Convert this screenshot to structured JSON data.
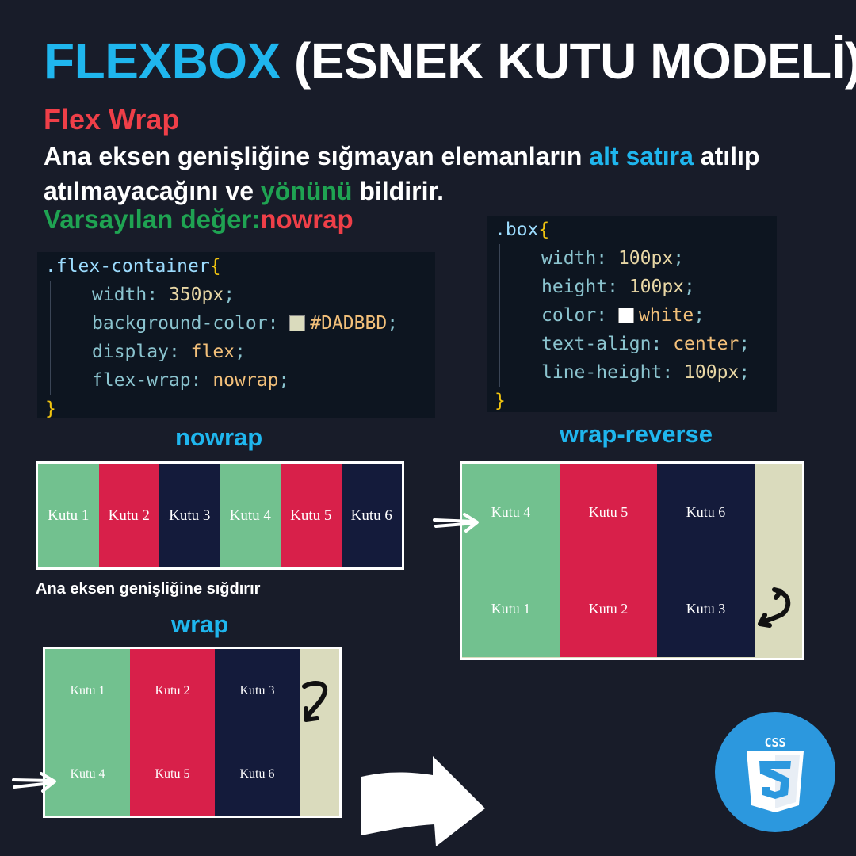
{
  "header": {
    "title_highlight": "FLEXBOX",
    "title_rest": " (ESNEK KUTU MODELİ)",
    "subtitle": "Flex Wrap",
    "desc_part1": "Ana eksen genişliğine sığmayan elemanların ",
    "desc_highlight1": "alt satıra",
    "desc_part2": " atılıp atılmayacağını ve ",
    "desc_highlight2": "yönünü",
    "desc_part3": " bildirir.",
    "default_label": "Varsayılan değer:",
    "default_value": "nowrap"
  },
  "code_container": {
    "selector": ".flex-container",
    "width_prop": "width",
    "width_val": "350px",
    "bg_prop": "background-color",
    "bg_val": "#DADBBD",
    "display_prop": "display",
    "display_val": "flex",
    "wrap_prop": "flex-wrap",
    "wrap_val": "nowrap"
  },
  "code_box": {
    "selector": ".box",
    "width_prop": "width",
    "width_val": "100px",
    "height_prop": "height",
    "height_val": "100px",
    "color_prop": "color",
    "color_val": "white",
    "align_prop": "text-align",
    "align_val": "center",
    "lh_prop": "line-height",
    "lh_val": "100px"
  },
  "sections": {
    "nowrap_label": "nowrap",
    "nowrap_note": "Ana eksen genişliğine sığdırır",
    "wrap_label": "wrap",
    "wrap_reverse_label": "wrap-reverse"
  },
  "boxes": [
    "Kutu 1",
    "Kutu 2",
    "Kutu 3",
    "Kutu 4",
    "Kutu 5",
    "Kutu 6"
  ],
  "colors": {
    "green": "#72c18f",
    "red": "#d8204a",
    "navy": "#141b3b",
    "container_bg": "#DADBBD",
    "accent_blue": "#1fb6ee",
    "accent_red": "#ef3f48",
    "accent_green": "#1fa352"
  },
  "icons": [
    "arrow-right-icon",
    "curved-arrow-icon",
    "css3-logo-icon"
  ]
}
